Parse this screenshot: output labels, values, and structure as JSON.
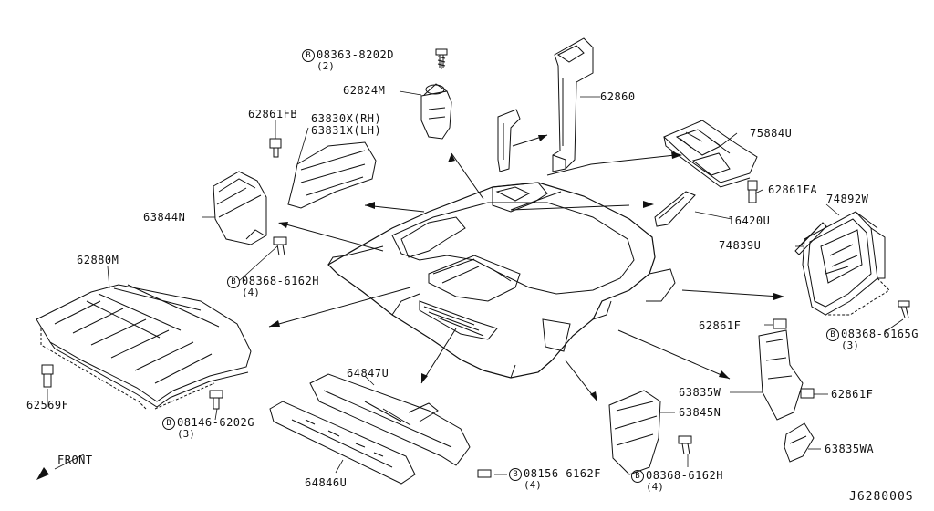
{
  "labels": {
    "b_symbol": "B",
    "p08363": "08363-8202D",
    "q08363": "(2)",
    "p62824m": "62824M",
    "p62860": "62860",
    "p62861fb": "62861FB",
    "p63830x": "63830X(RH)",
    "p63831x": "63831X(LH)",
    "p75884u": "75884U",
    "p62861fa": "62861FA",
    "p74892w": "74892W",
    "p63844n": "63844N",
    "p16420u": "16420U",
    "p74839u": "74839U",
    "p62880m": "62880M",
    "p08368_6162h": "08368-6162H",
    "p08368_6165g": "08368-6165G",
    "p62861f": "62861F",
    "p64847u": "64847U",
    "p63835w": "63835W",
    "p62569f": "62569F",
    "p63845n": "63845N",
    "p08146": "08146-6202G",
    "p63835wa": "63835WA",
    "front": "FRONT",
    "p08156": "08156-6162F",
    "p64846u": "64846U",
    "q3": "(3)",
    "q4": "(4)",
    "diagram_code": "J628000S"
  }
}
